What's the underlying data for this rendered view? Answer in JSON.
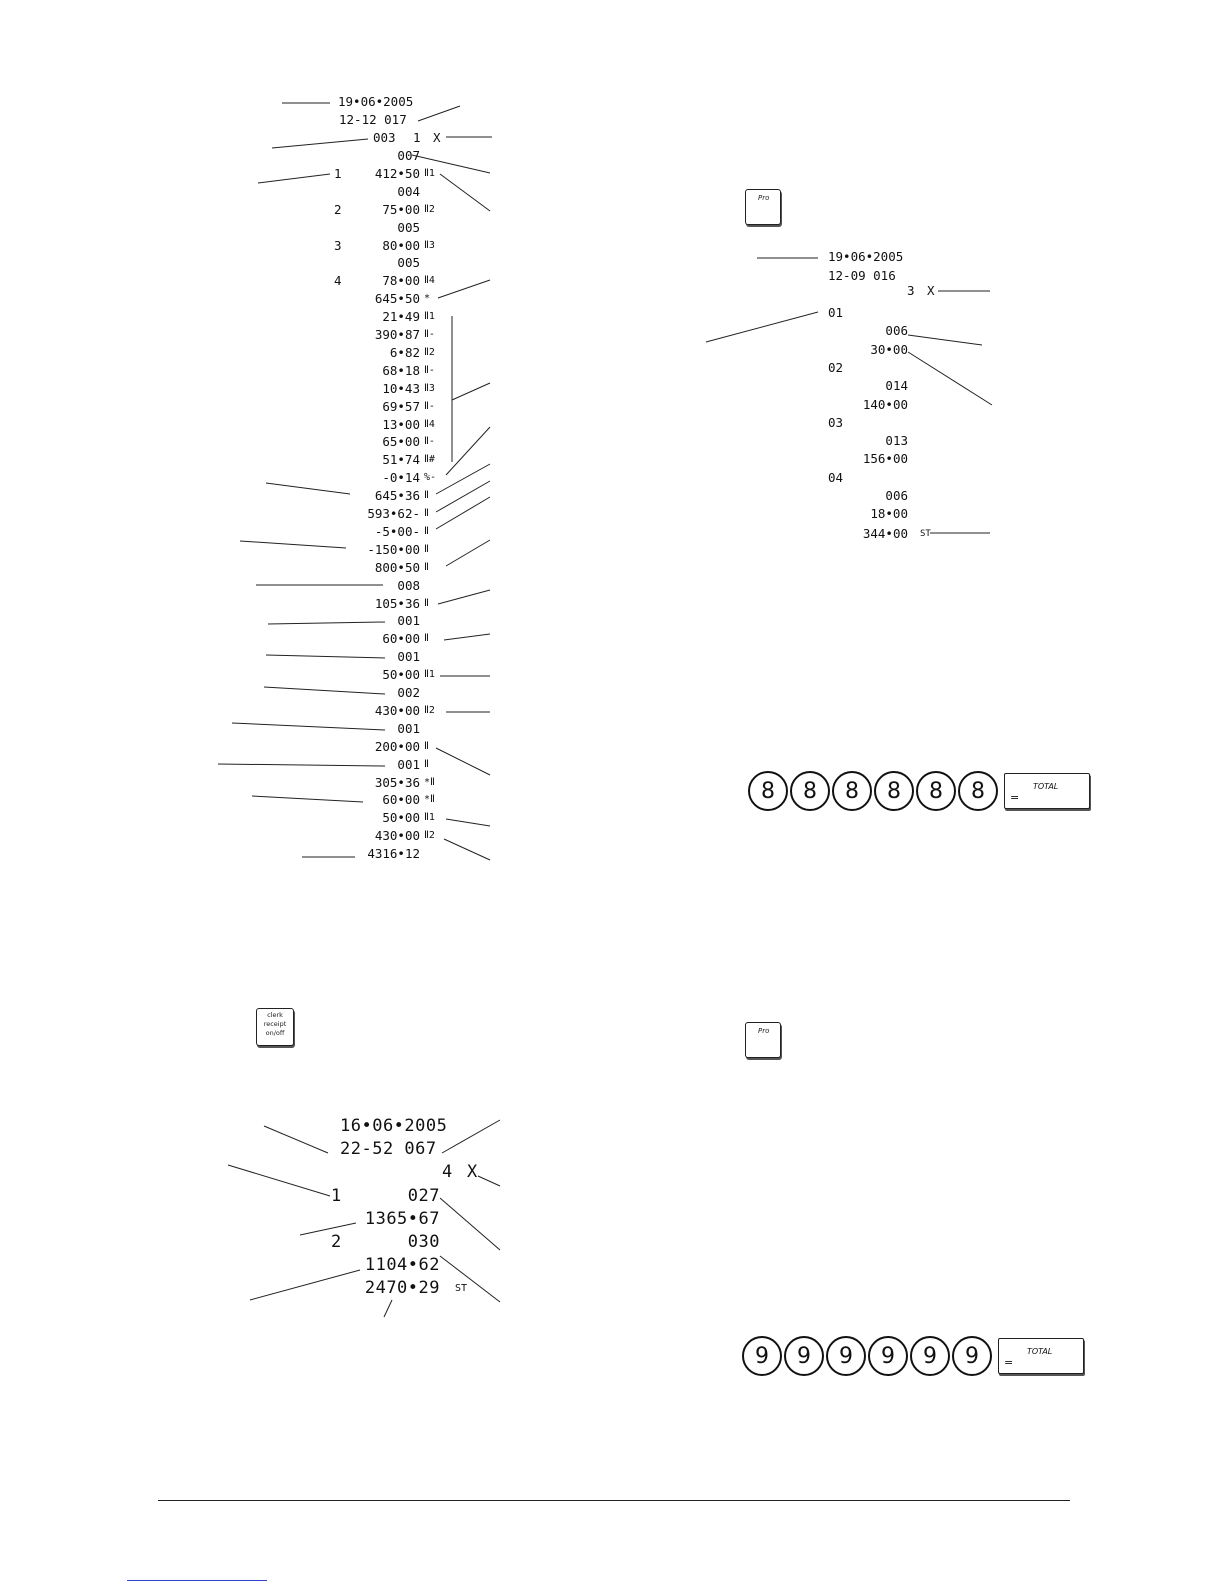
{
  "receipt_top_left": {
    "date": "19•06•2005",
    "time_counter": "12-12 017",
    "header_count": "003",
    "header_qty": "1",
    "header_symbol": "X",
    "lines": [
      {
        "num": "",
        "value": "007",
        "sym": ""
      },
      {
        "num": "1",
        "value": "412•50",
        "sym": "Ⅱ1"
      },
      {
        "num": "",
        "value": "004",
        "sym": ""
      },
      {
        "num": "2",
        "value": "75•00",
        "sym": "Ⅱ2"
      },
      {
        "num": "",
        "value": "005",
        "sym": ""
      },
      {
        "num": "3",
        "value": "80•00",
        "sym": "Ⅱ3"
      },
      {
        "num": "",
        "value": "005",
        "sym": ""
      },
      {
        "num": "4",
        "value": "78•00",
        "sym": "Ⅱ4"
      },
      {
        "num": "",
        "value": "645•50",
        "sym": "*"
      },
      {
        "num": "",
        "value": "21•49",
        "sym": "Ⅱ1"
      },
      {
        "num": "",
        "value": "390•87",
        "sym": "Ⅱ-"
      },
      {
        "num": "",
        "value": "6•82",
        "sym": "Ⅱ2"
      },
      {
        "num": "",
        "value": "68•18",
        "sym": "Ⅱ-"
      },
      {
        "num": "",
        "value": "10•43",
        "sym": "Ⅱ3"
      },
      {
        "num": "",
        "value": "69•57",
        "sym": "Ⅱ-"
      },
      {
        "num": "",
        "value": "13•00",
        "sym": "Ⅱ4"
      },
      {
        "num": "",
        "value": "65•00",
        "sym": "Ⅱ-"
      },
      {
        "num": "",
        "value": "51•74",
        "sym": "Ⅱ#"
      },
      {
        "num": "",
        "value": "-0•14",
        "sym": "%-"
      },
      {
        "num": "",
        "value": "645•36",
        "sym": "Ⅱ"
      },
      {
        "num": "",
        "value": "593•62-",
        "sym": "Ⅱ"
      },
      {
        "num": "",
        "value": "-5•00-",
        "sym": "Ⅱ"
      },
      {
        "num": "",
        "value": "-150•00",
        "sym": "Ⅱ"
      },
      {
        "num": "",
        "value": "800•50",
        "sym": "Ⅱ"
      },
      {
        "num": "",
        "value": "008",
        "sym": ""
      },
      {
        "num": "",
        "value": "105•36",
        "sym": "Ⅱ"
      },
      {
        "num": "",
        "value": "001",
        "sym": ""
      },
      {
        "num": "",
        "value": "60•00",
        "sym": "Ⅱ"
      },
      {
        "num": "",
        "value": "001",
        "sym": ""
      },
      {
        "num": "",
        "value": "50•00",
        "sym": "Ⅱ1"
      },
      {
        "num": "",
        "value": "002",
        "sym": ""
      },
      {
        "num": "",
        "value": "430•00",
        "sym": "Ⅱ2"
      },
      {
        "num": "",
        "value": "001",
        "sym": ""
      },
      {
        "num": "",
        "value": "200•00",
        "sym": "Ⅱ"
      },
      {
        "num": "",
        "value": "001",
        "sym": "Ⅱ"
      },
      {
        "num": "",
        "value": "305•36",
        "sym": "*Ⅱ"
      },
      {
        "num": "",
        "value": "60•00",
        "sym": "*Ⅱ"
      },
      {
        "num": "",
        "value": "50•00",
        "sym": "Ⅱ1"
      },
      {
        "num": "",
        "value": "430•00",
        "sym": "Ⅱ2"
      },
      {
        "num": "",
        "value": "4316•12",
        "sym": ""
      }
    ]
  },
  "receipt_top_right": {
    "key_label": "Pro",
    "date": "19•06•2005",
    "time_counter": "12-09 016",
    "header_qty": "3",
    "header_symbol": "X",
    "lines": [
      {
        "left": "01",
        "value": ""
      },
      {
        "left": "",
        "value": "006"
      },
      {
        "left": "",
        "value": "30•00"
      },
      {
        "left": "02",
        "value": ""
      },
      {
        "left": "",
        "value": "014"
      },
      {
        "left": "",
        "value": "140•00"
      },
      {
        "left": "03",
        "value": ""
      },
      {
        "left": "",
        "value": "013"
      },
      {
        "left": "",
        "value": "156•00"
      },
      {
        "left": "04",
        "value": ""
      },
      {
        "left": "",
        "value": "006"
      },
      {
        "left": "",
        "value": "18•00"
      }
    ],
    "total_value": "344•00",
    "total_symbol": "ST"
  },
  "display_8": {
    "digits": [
      "8",
      "8",
      "8",
      "8",
      "8",
      "8"
    ],
    "total_key_eq": "=",
    "total_key_label": "TOTAL"
  },
  "clerk_key": {
    "line1": "clerk",
    "line2": "receipt",
    "line3": "on/off"
  },
  "receipt_bottom_left": {
    "date": "16•06•2005",
    "time_counter": "22-52 067",
    "header_qty": "4",
    "header_symbol": "X",
    "rows": [
      {
        "left": "1",
        "value": "027",
        "sym": ""
      },
      {
        "left": "",
        "value": "1365•67",
        "sym": ""
      },
      {
        "left": "2",
        "value": "030",
        "sym": ""
      },
      {
        "left": "",
        "value": "1104•62",
        "sym": ""
      },
      {
        "left": "",
        "value": "2470•29",
        "sym": "ST"
      }
    ]
  },
  "pro_key_bottom": {
    "label": "Pro"
  },
  "display_9": {
    "digits": [
      "9",
      "9",
      "9",
      "9",
      "9",
      "9"
    ],
    "total_key_eq": "=",
    "total_key_label": "TOTAL"
  }
}
